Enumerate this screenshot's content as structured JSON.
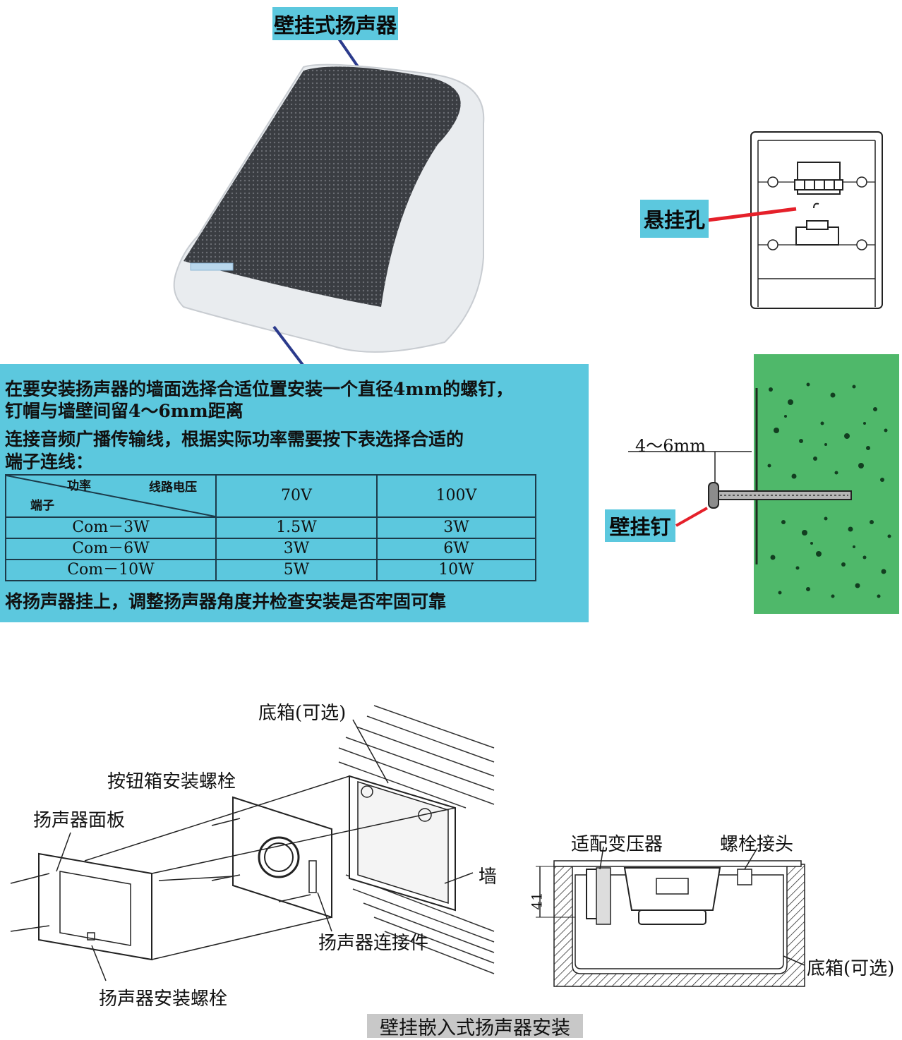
{
  "callouts": {
    "wall_speaker": "壁挂式扬声器",
    "hanging_hole": "悬挂孔",
    "wall_nail": "壁挂钉",
    "gap": "4～6mm"
  },
  "instructions": {
    "line1": "在要安装扬声器的墙面选择合适位置安装一个直径4mm的螺钉，",
    "line2": "钉帽与墙壁间留4～6mm距离",
    "line3": "连接音频广播传输线，根据实际功率需要按下表选择合适的",
    "line4": "端子连线：",
    "footer": "将扬声器挂上，调整扬声器角度并检查安装是否牢固可靠"
  },
  "table": {
    "header_power": "功率",
    "header_voltage": "线路电压",
    "header_terminal": "端子",
    "columns": [
      "70V",
      "100V"
    ],
    "rows": [
      {
        "terminal": "Com－3W",
        "v70": "1.5W",
        "v100": "3W"
      },
      {
        "terminal": "Com－6W",
        "v70": "3W",
        "v100": "6W"
      },
      {
        "terminal": "Com－10W",
        "v70": "5W",
        "v100": "10W"
      }
    ]
  },
  "embedded": {
    "back_box": "底箱(可选)",
    "button_box_bolt": "按钮箱安装螺栓",
    "speaker_panel": "扬声器面板",
    "wall": "墙",
    "speaker_connector": "扬声器连接件",
    "speaker_bolt": "扬声器安装螺栓",
    "transformer": "适配变压器",
    "bolt_joint": "螺栓接头",
    "depth": "41",
    "back_box_2": "底箱(可选)",
    "caption": "壁挂嵌入式扬声器安装"
  },
  "colors": {
    "panel": "#5cc8de",
    "wall_green": "#4fb86a",
    "leader_red": "#e5202a",
    "leader_blue": "#2b3a8c",
    "caption_bg": "#c8c8c8"
  }
}
